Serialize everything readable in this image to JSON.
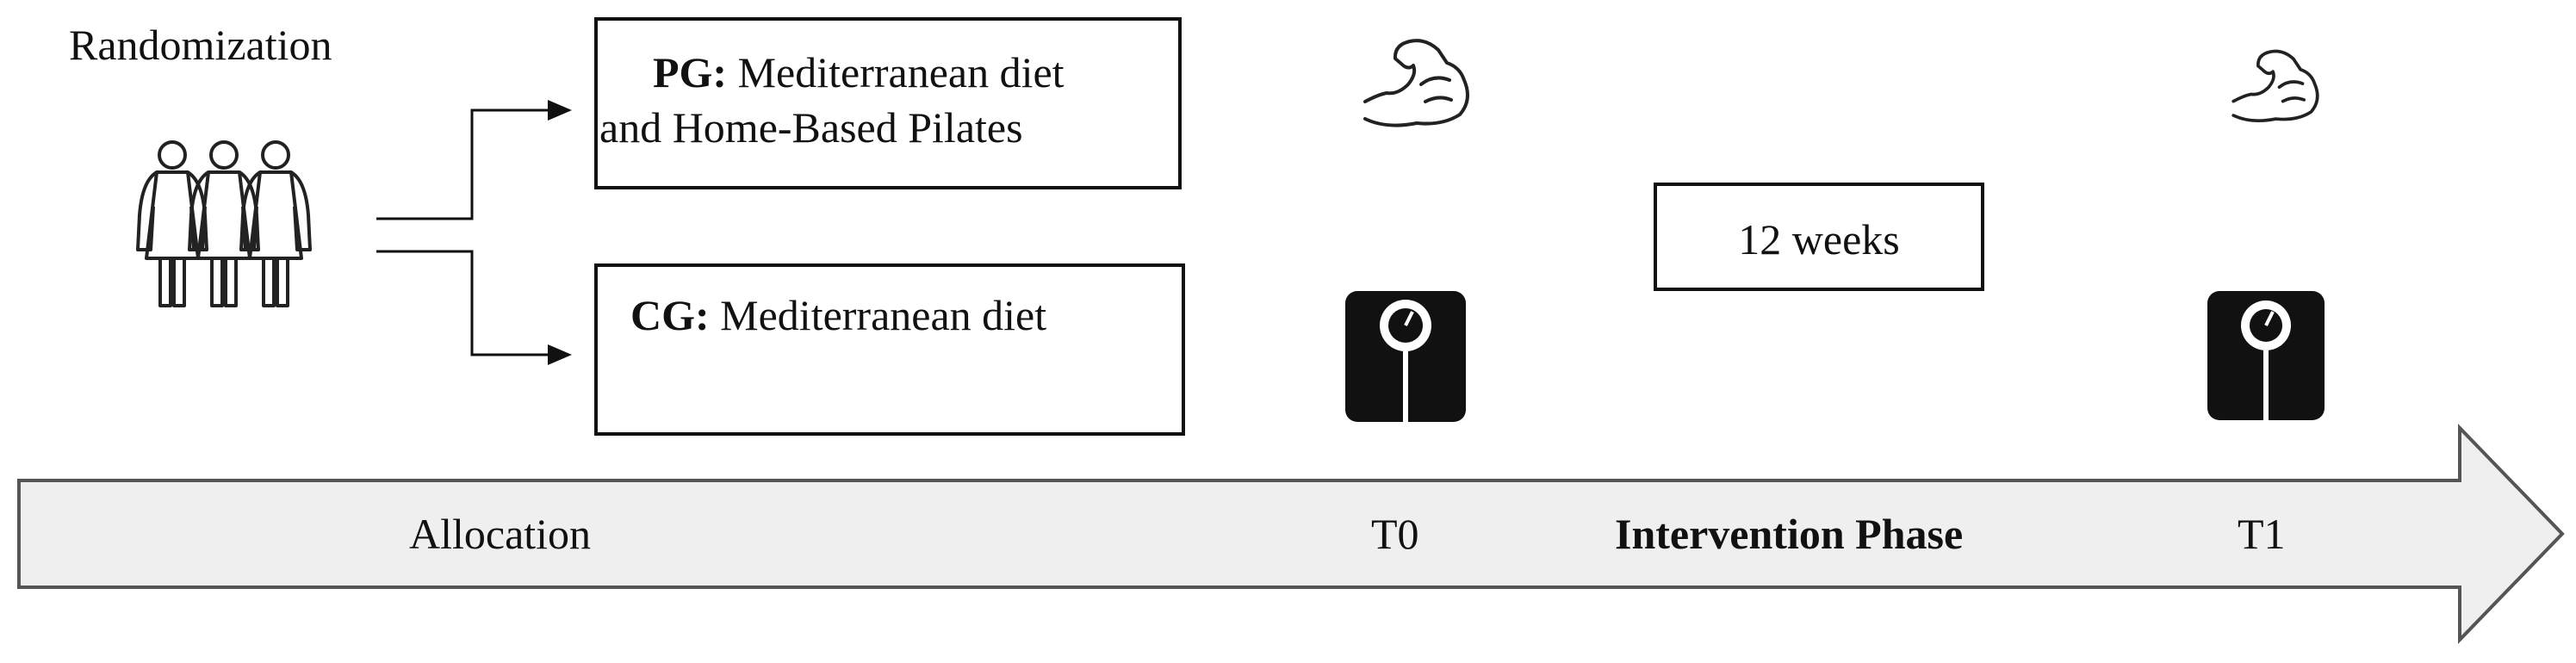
{
  "randomization_label": "Randomization",
  "pg_box": {
    "label": "PG:",
    "line1": "Mediterranean diet",
    "line2": "and Home-Based Pilates"
  },
  "cg_box": {
    "label": "CG:",
    "text": "Mediterranean diet"
  },
  "duration_box": "12 weeks",
  "timeline": {
    "allocation": "Allocation",
    "t0": "T0",
    "phase": "Intervention Phase",
    "t1": "T1"
  },
  "icons": [
    "people-group-icon",
    "flexed-arm-icon",
    "weighing-scale-icon"
  ]
}
